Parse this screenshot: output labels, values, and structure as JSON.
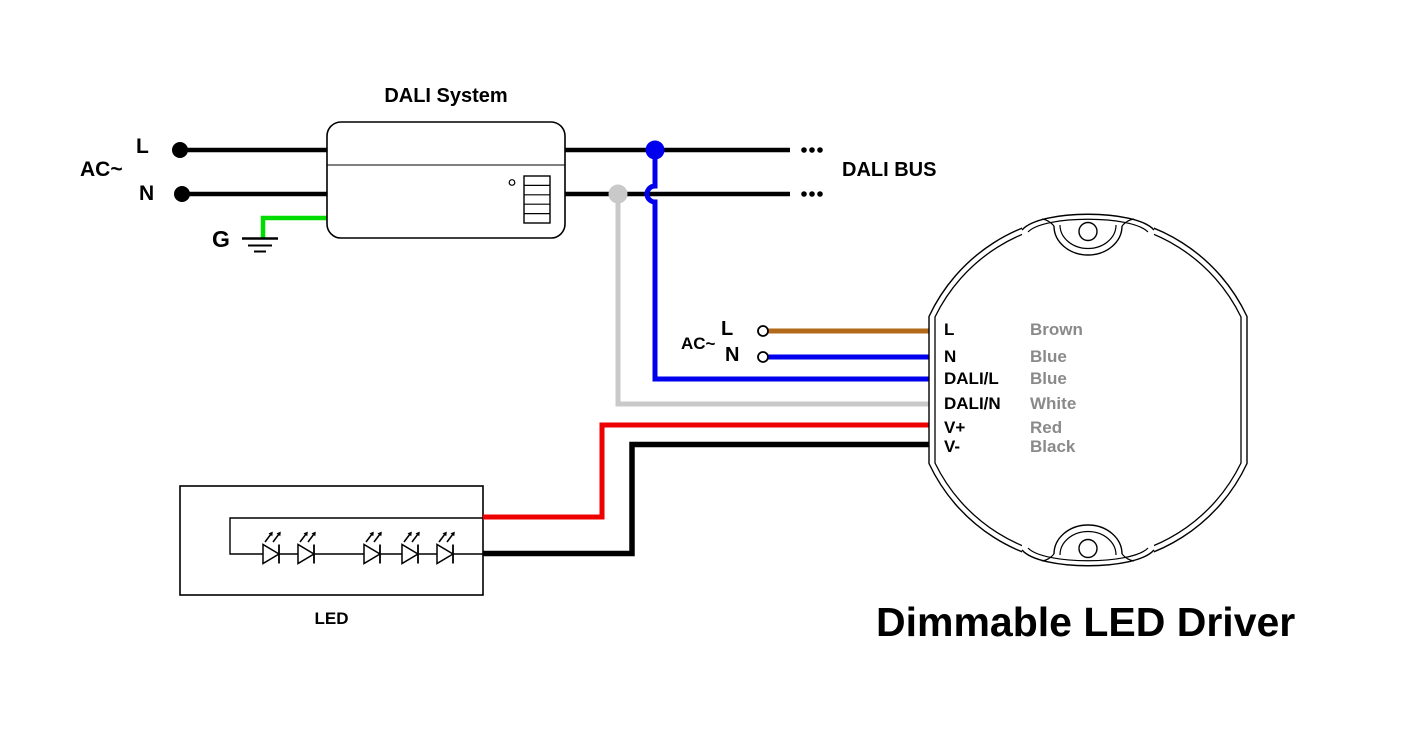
{
  "title": "Dimmable LED Driver",
  "colors": {
    "black": "#000000",
    "blue": "#0000ee",
    "gray_wire": "#c9c9c9",
    "green": "#00dc00",
    "brown": "#b26a1a",
    "red": "#ee0000",
    "label_gray": "#8a8a8a"
  },
  "mains": {
    "label": "AC~",
    "live": "L",
    "neutral": "N",
    "ground": "G"
  },
  "dali_system": {
    "label": "DALI System"
  },
  "dali_bus": {
    "label": "DALI BUS"
  },
  "driver_input": {
    "label": "AC~",
    "live": "L",
    "neutral": "N"
  },
  "driver": {
    "name": "Dimmable LED Driver",
    "terminals": [
      {
        "name": "L",
        "wire": "Brown"
      },
      {
        "name": "N",
        "wire": "Blue"
      },
      {
        "name": "DALI/L",
        "wire": "Blue"
      },
      {
        "name": "DALI/N",
        "wire": "White"
      },
      {
        "name": "V+",
        "wire": "Red"
      },
      {
        "name": "V-",
        "wire": "Black"
      }
    ]
  },
  "led": {
    "label": "LED"
  }
}
